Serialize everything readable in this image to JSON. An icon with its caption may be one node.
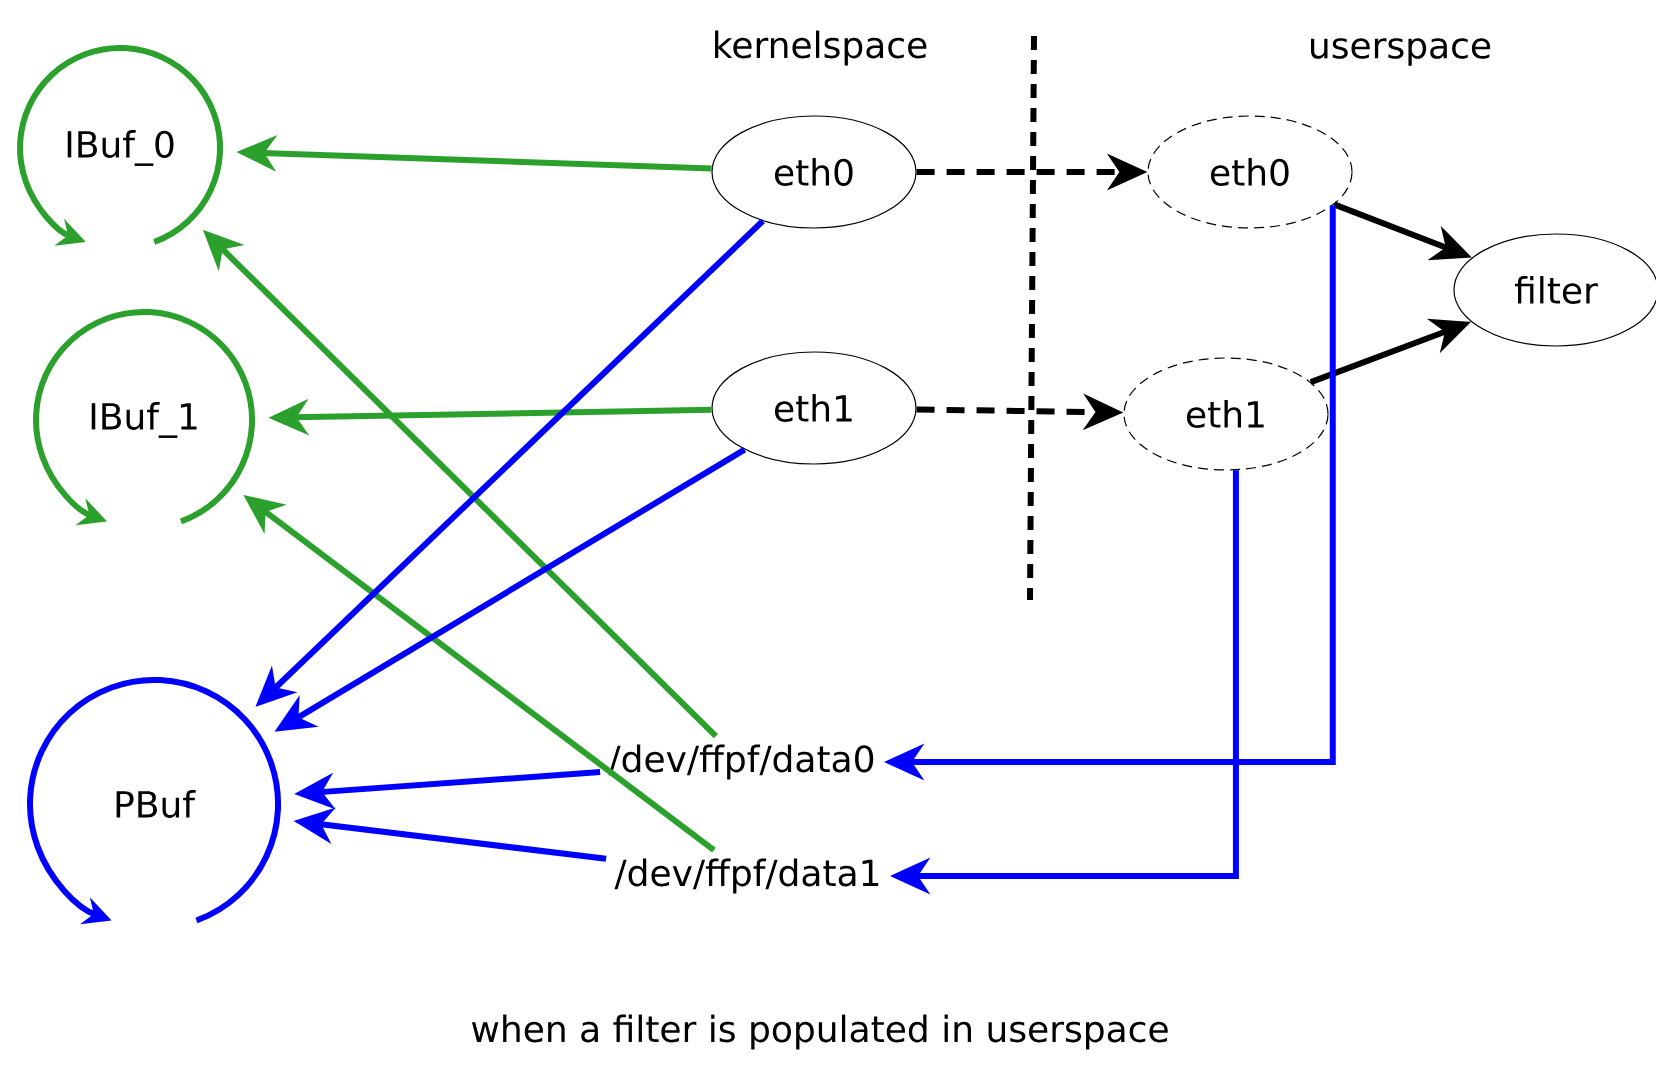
{
  "diagram": {
    "caption": "when a filter is populated in userspace",
    "nodes": [
      {
        "text": [
          "IBuf_0"
        ]
      },
      {
        "text": [
          "IBuf_1"
        ]
      },
      {
        "text": [
          "PBuf"
        ]
      },
      {
        "text": [
          "eth0"
        ]
      },
      {
        "text": [
          "eth1"
        ]
      },
      {
        "text": [
          "eth0"
        ]
      },
      {
        "text": [
          "eth1"
        ]
      },
      {
        "text": [
          "filter"
        ]
      },
      {
        "text": [
          "/dev/ffpf/data0"
        ]
      },
      {
        "text": [
          "/dev/ffpf/data1"
        ]
      }
    ],
    "edges": [
      {
        "from": 3,
        "to": 0,
        "arrow": "to",
        "color": "#2ca02c"
      },
      {
        "from": 4,
        "to": 1,
        "arrow": "to",
        "color": "#2ca02c"
      },
      {
        "from": 8,
        "to": 0,
        "arrow": "to",
        "color": "#2ca02c"
      },
      {
        "from": 9,
        "to": 1,
        "arrow": "to",
        "color": "#2ca02c"
      },
      {
        "from": 3,
        "to": 2,
        "arrow": "to"
      },
      {
        "from": 4,
        "to": 2,
        "arrow": "to"
      },
      {
        "from": 8,
        "to": 2,
        "arrow": "to"
      },
      {
        "from": 9,
        "to": 2,
        "arrow": "to"
      },
      {
        "from": 3,
        "to": 5,
        "arrow": "to",
        "style": "dashed",
        "color": "#000000"
      },
      {
        "from": 4,
        "to": 6,
        "arrow": "to",
        "style": "dashed",
        "color": "#000000"
      },
      {
        "from": 5,
        "to": 7,
        "arrow": "to",
        "color": "#000000"
      },
      {
        "from": 6,
        "to": 7,
        "arrow": "to",
        "color": "#000000"
      },
      {
        "from": 5,
        "to": 8,
        "arrow": "to"
      },
      {
        "from": 6,
        "to": 9,
        "arrow": "to"
      }
    ],
    "labels": [
      "kernelspace",
      "userspace"
    ]
  }
}
